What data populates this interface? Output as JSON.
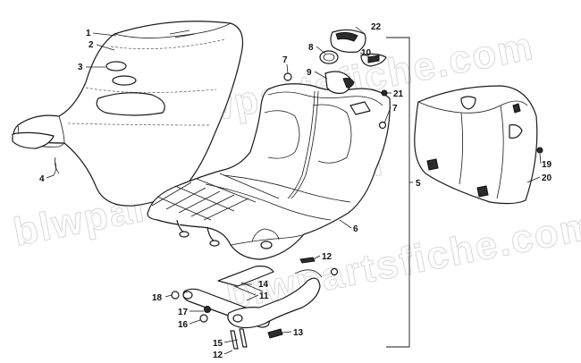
{
  "watermark": "blwpartsfiche.com",
  "callouts": [
    {
      "id": "c1",
      "label": "1"
    },
    {
      "id": "c2",
      "label": "2"
    },
    {
      "id": "c3",
      "label": "3"
    },
    {
      "id": "c4",
      "label": "4"
    },
    {
      "id": "c5",
      "label": "5"
    },
    {
      "id": "c6",
      "label": "6"
    },
    {
      "id": "c7a",
      "label": "7"
    },
    {
      "id": "c7b",
      "label": "7"
    },
    {
      "id": "c8",
      "label": "8"
    },
    {
      "id": "c9",
      "label": "9"
    },
    {
      "id": "c10",
      "label": "10"
    },
    {
      "id": "c11",
      "label": "11"
    },
    {
      "id": "c12a",
      "label": "12"
    },
    {
      "id": "c12b",
      "label": "12"
    },
    {
      "id": "c13",
      "label": "13"
    },
    {
      "id": "c14",
      "label": "14"
    },
    {
      "id": "c15",
      "label": "15"
    },
    {
      "id": "c16",
      "label": "16"
    },
    {
      "id": "c17",
      "label": "17"
    },
    {
      "id": "c18",
      "label": "18"
    },
    {
      "id": "c19",
      "label": "19"
    },
    {
      "id": "c20",
      "label": "20"
    },
    {
      "id": "c21",
      "label": "21"
    },
    {
      "id": "c22",
      "label": "22"
    }
  ]
}
